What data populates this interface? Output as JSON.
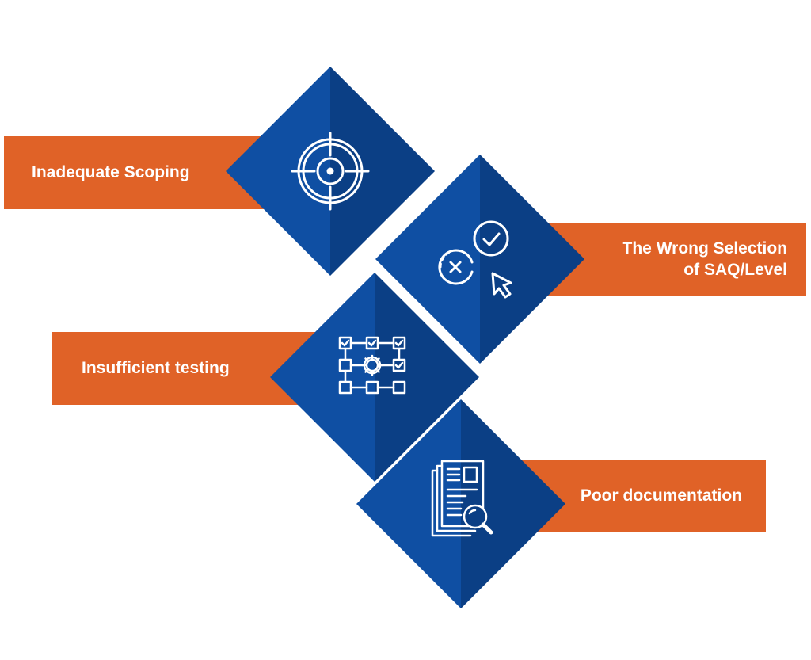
{
  "colors": {
    "accent_orange": "#e06227",
    "diamond_left": "#0f4fa3",
    "diamond_right": "#0b3f85",
    "icon_stroke": "#ffffff"
  },
  "items": [
    {
      "label": "Inadequate Scoping",
      "icon": "target-icon"
    },
    {
      "label": "The Wrong Selection\nof SAQ/Level",
      "icon": "check-cross-cursor-icon"
    },
    {
      "label": "Insufficient testing",
      "icon": "test-flow-gear-icon"
    },
    {
      "label": "Poor documentation",
      "icon": "document-search-icon"
    }
  ]
}
